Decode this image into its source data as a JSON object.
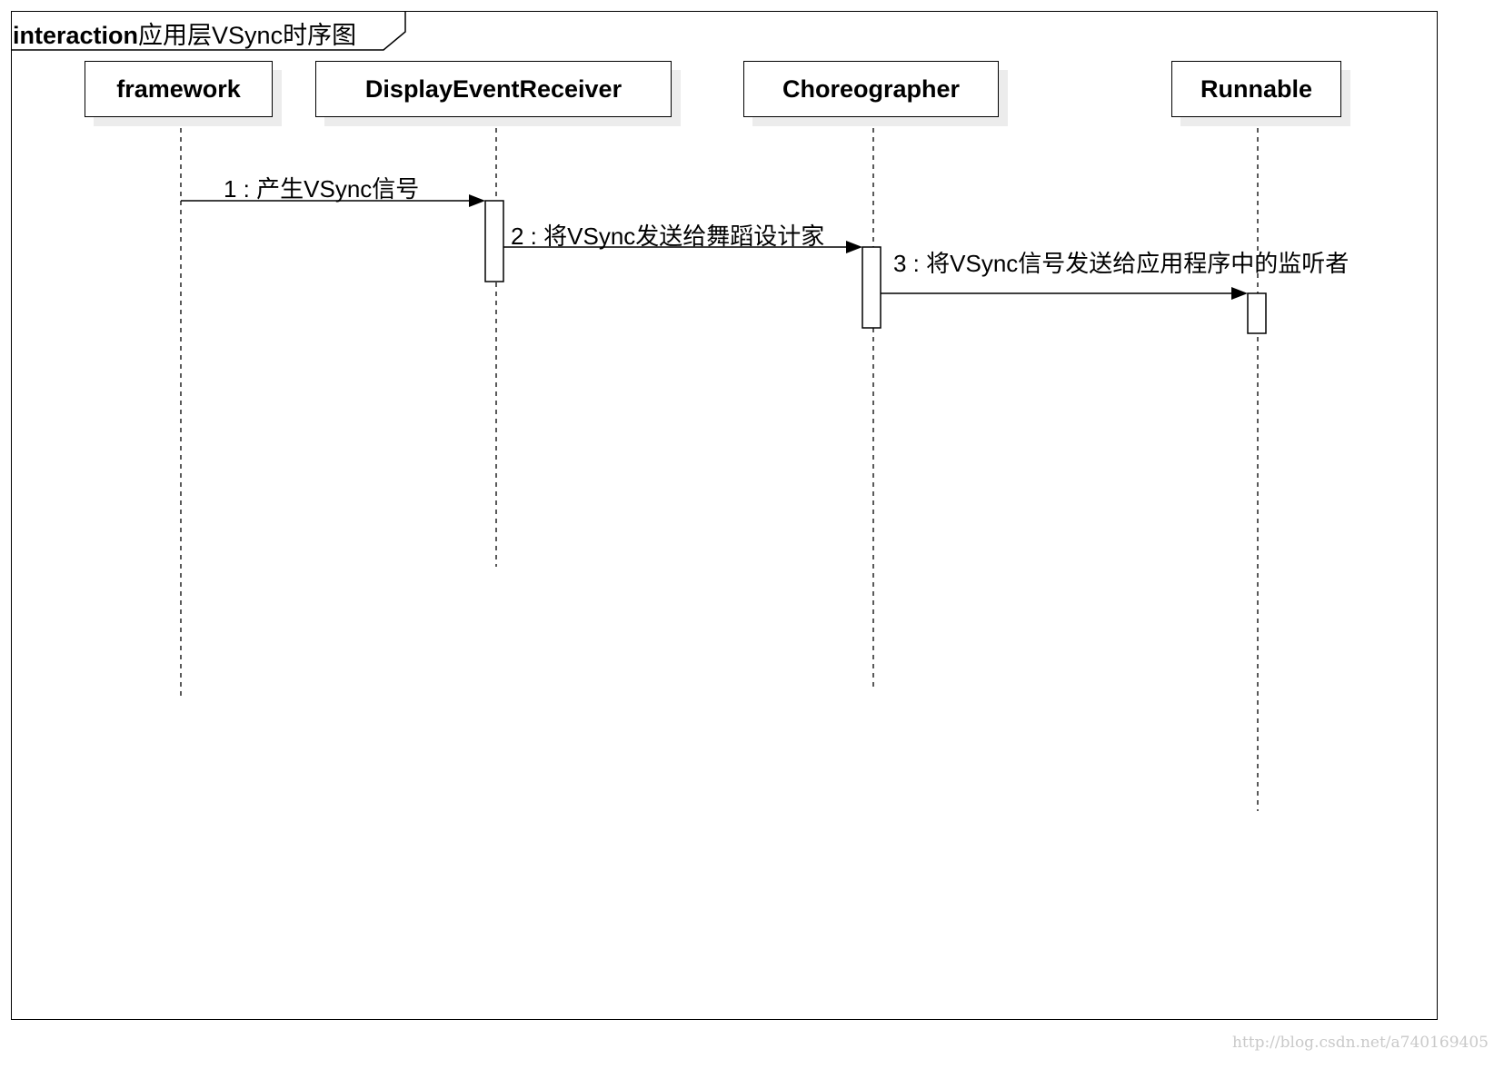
{
  "frame": {
    "keyword": "interaction",
    "name": "应用层VSync时序图"
  },
  "lifelines": [
    {
      "id": "framework",
      "name": "framework"
    },
    {
      "id": "display-event-receiver",
      "name": "DisplayEventReceiver"
    },
    {
      "id": "choreographer",
      "name": "Choreographer"
    },
    {
      "id": "runnable",
      "name": "Runnable"
    }
  ],
  "messages": [
    {
      "seq": "1",
      "from": "framework",
      "to": "DisplayEventReceiver",
      "label": "1 : 产生VSync信号"
    },
    {
      "seq": "2",
      "from": "DisplayEventReceiver",
      "to": "Choreographer",
      "label": "2 : 将VSync发送给舞蹈设计家"
    },
    {
      "seq": "3",
      "from": "Choreographer",
      "to": "Runnable",
      "label": "3 : 将VSync信号发送给应用程序中的监听者"
    }
  ],
  "watermark": "http://blog.csdn.net/a740169405"
}
